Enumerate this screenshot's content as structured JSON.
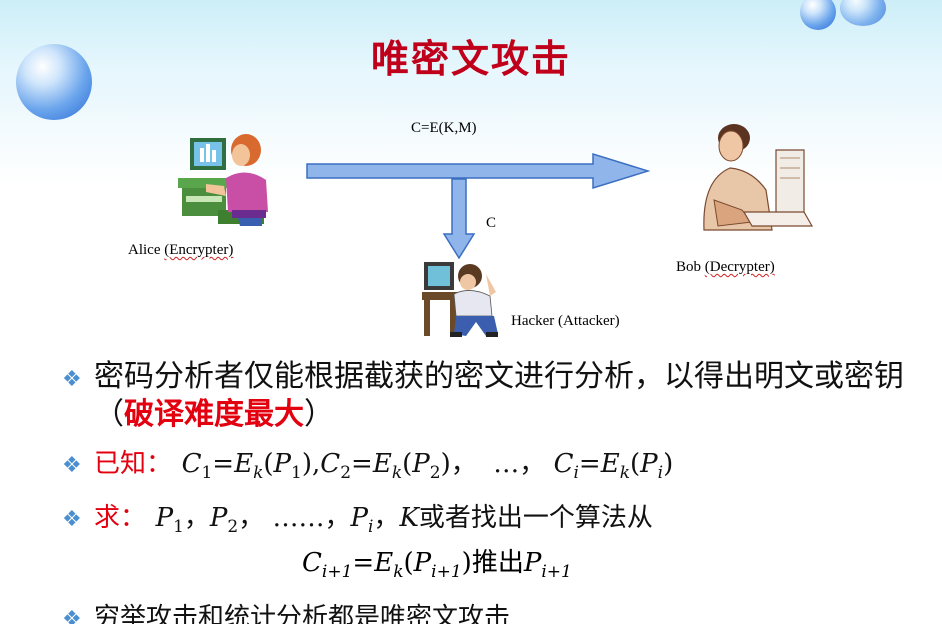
{
  "slide": {
    "title": "唯密文攻击",
    "diagram": {
      "cipher_formula": "C=E(K,M)",
      "ciphertext_label": "C",
      "alice_name": "Alice",
      "alice_role": "(Encrypter)",
      "bob_name": "Bob",
      "bob_role": "(Decrypter)",
      "hacker_label": "Hacker (Attacker)"
    },
    "bullets": {
      "b1_text": "密码分析者仅能根据截获的密文进行分析，以得出明文或密钥（",
      "b1_highlight": "破译难度最大",
      "b1_close": "）",
      "b2_label": "已知：",
      "b2_c1": "C",
      "b2_s1": "1",
      "b2_eq": "=",
      "b2_e": "E",
      "b2_k": "k",
      "b2_p": "P",
      "b2_c2s": "2",
      "b2_ellipsis": "…，",
      "b2_ci": "i",
      "b3_label": "求：",
      "b3_p": "P",
      "b3_s1": "1",
      "b3_s2": "2",
      "b3_ellipsis": "……，",
      "b3_si": "i",
      "b3_k": "K",
      "b3_rest": "或者找出一个算法从",
      "b3_c": "C",
      "b3_sub": "i+1",
      "b3_deduce": "推出",
      "b4_text": "穷举攻击和统计分析都是唯密文攻击"
    }
  },
  "colors": {
    "title": "#c0001a",
    "highlight": "#e3000f",
    "arrow_fill": "#8fb5ea",
    "arrow_stroke": "#3c6fc2",
    "bullet_marker": "#4b8fd1"
  }
}
